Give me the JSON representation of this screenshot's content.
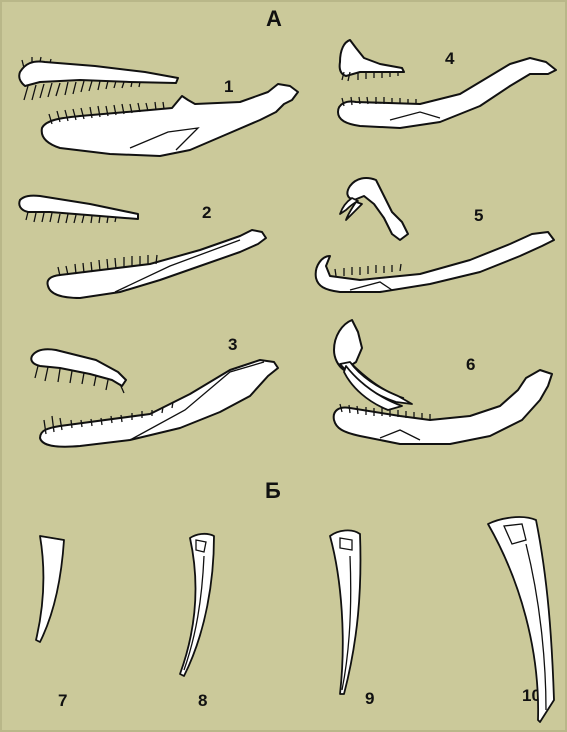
{
  "section_a_label": "А",
  "section_b_label": "Б",
  "figures": [
    {
      "number": "1"
    },
    {
      "number": "2"
    },
    {
      "number": "3"
    },
    {
      "number": "4"
    },
    {
      "number": "5"
    },
    {
      "number": "6"
    },
    {
      "number": "7"
    },
    {
      "number": "8"
    },
    {
      "number": "9"
    },
    {
      "number": "10"
    }
  ]
}
